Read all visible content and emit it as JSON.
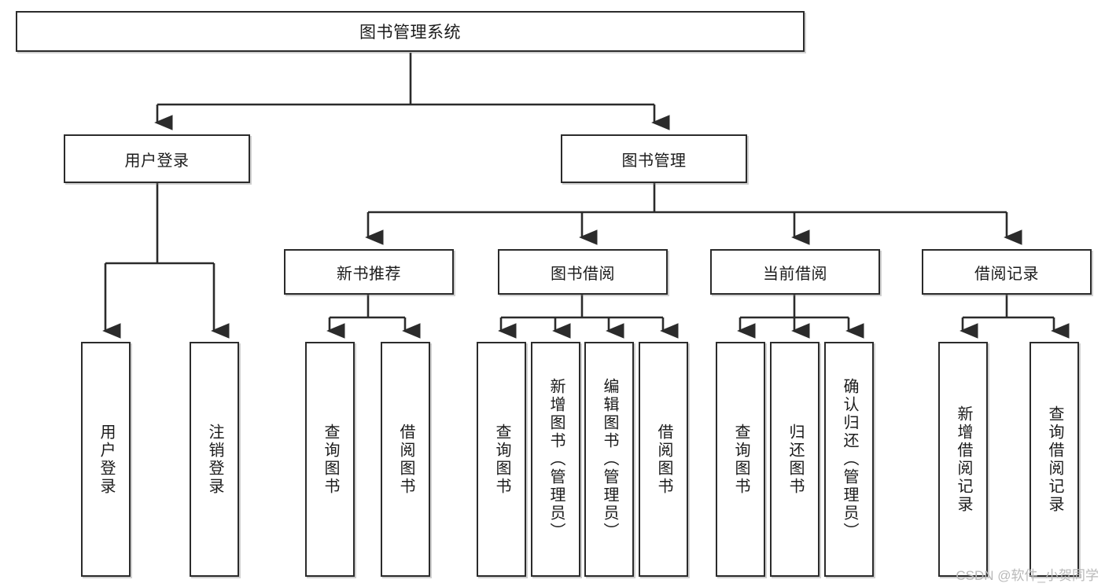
{
  "diagram": {
    "title": "图书管理系统",
    "type": "tree-hierarchy-chart",
    "orientation": "top-down",
    "colors": {
      "box_border": "#2b2b2b",
      "box_fill": "#ffffff",
      "connector": "#2b2b2b",
      "text": "#1b1b1b",
      "watermark": "#b9b9b9",
      "background": "#ffffff"
    }
  },
  "root": {
    "label": "图书管理系统"
  },
  "level1": [
    {
      "label": "用户登录"
    },
    {
      "label": "图书管理"
    }
  ],
  "level2": [
    {
      "label": "新书推荐"
    },
    {
      "label": "图书借阅"
    },
    {
      "label": "当前借阅"
    },
    {
      "label": "借阅记录"
    }
  ],
  "leaves": {
    "user_login": [
      {
        "label": "用户登录"
      },
      {
        "label": "注销登录"
      }
    ],
    "new_book_recommend": [
      {
        "label": "查询图书"
      },
      {
        "label": "借阅图书"
      }
    ],
    "book_borrow": [
      {
        "label": "查询图书"
      },
      {
        "label": "新增图书（管理员）"
      },
      {
        "label": "编辑图书（管理员）"
      },
      {
        "label": "借阅图书"
      }
    ],
    "current_borrow": [
      {
        "label": "查询图书"
      },
      {
        "label": "归还图书"
      },
      {
        "label": "确认归还（管理员）"
      }
    ],
    "borrow_record": [
      {
        "label": "新增借阅记录"
      },
      {
        "label": "查询借阅记录"
      }
    ]
  },
  "watermark": {
    "text": "CSDN @软件_小贺同学"
  }
}
